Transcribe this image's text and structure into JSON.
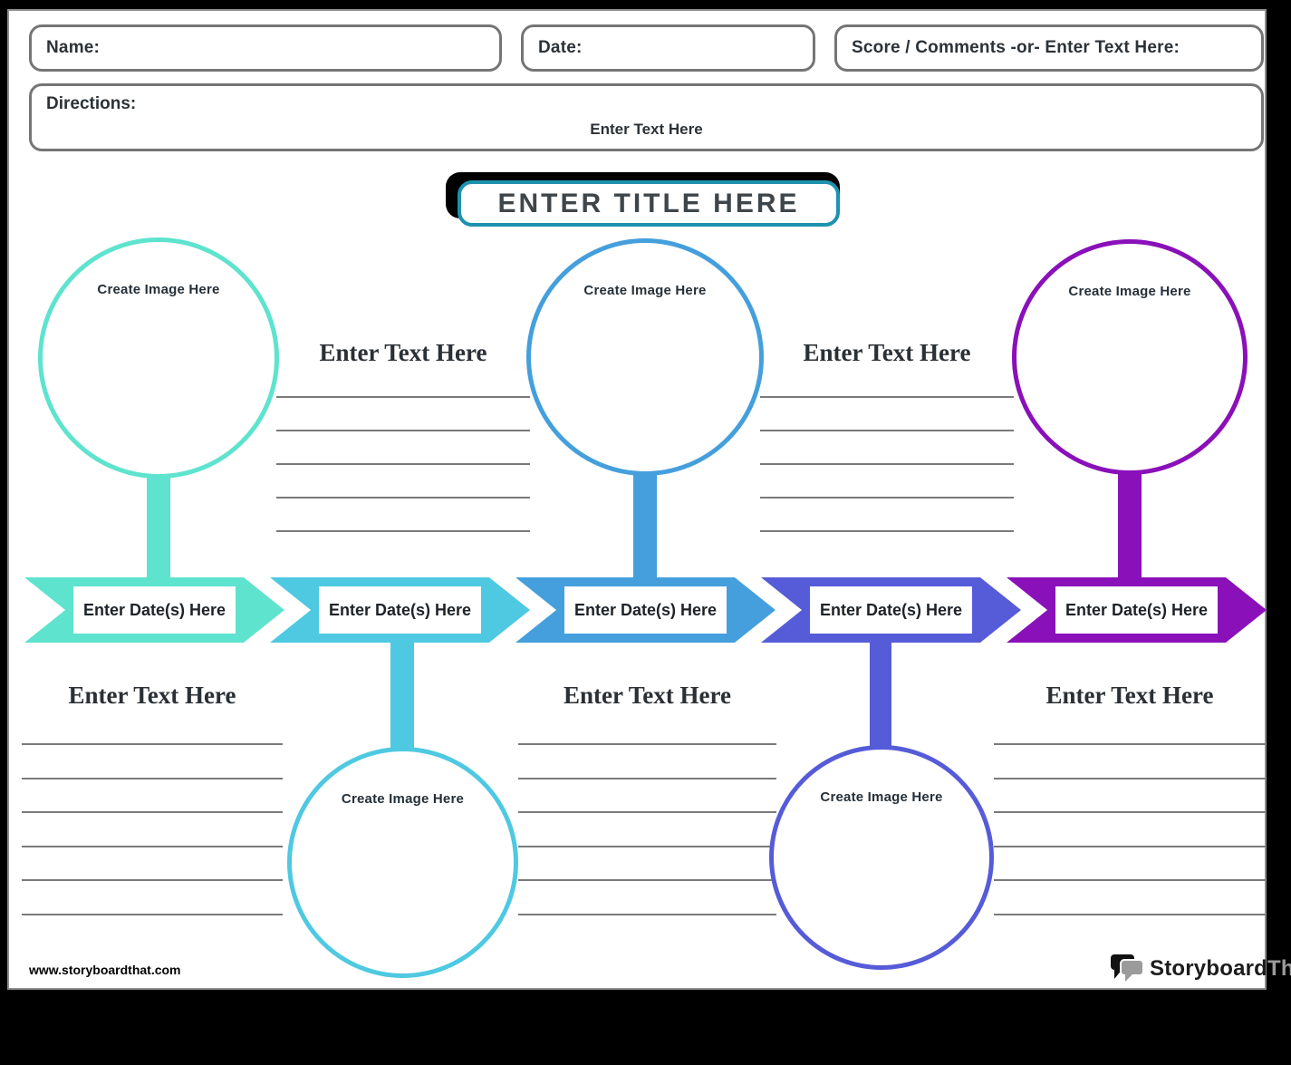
{
  "header": {
    "name_label": "Name:",
    "date_label": "Date:",
    "score_label": "Score / Comments -or- Enter Text Here:",
    "directions_label": "Directions:",
    "directions_text": "Enter Text Here"
  },
  "title": {
    "text": "ENTER TITLE HERE",
    "border_color": "#1D92AE",
    "shadow_color": "#000000"
  },
  "colors": {
    "mint": "#5EE3CE",
    "cyan": "#4EC9E1",
    "blue": "#459FDC",
    "indigo": "#565BD8",
    "purple": "#8A10B9",
    "line_gray": "#7a7a7a"
  },
  "timeline": {
    "segments": [
      {
        "date_label": "Enter Date(s) Here",
        "color_name": "mint"
      },
      {
        "date_label": "Enter Date(s) Here",
        "color_name": "cyan"
      },
      {
        "date_label": "Enter Date(s) Here",
        "color_name": "blue"
      },
      {
        "date_label": "Enter Date(s) Here",
        "color_name": "indigo"
      },
      {
        "date_label": "Enter Date(s) Here",
        "color_name": "purple"
      }
    ]
  },
  "image_circles": [
    {
      "label": "Create Image Here",
      "position": "top",
      "color_name": "mint"
    },
    {
      "label": "Create Image Here",
      "position": "bottom",
      "color_name": "cyan"
    },
    {
      "label": "Create Image Here",
      "position": "top",
      "color_name": "blue"
    },
    {
      "label": "Create Image Here",
      "position": "bottom",
      "color_name": "indigo"
    },
    {
      "label": "Create Image Here",
      "position": "top",
      "color_name": "purple"
    }
  ],
  "text_areas": [
    {
      "heading": "Enter Text Here",
      "lines": 5,
      "position": "top"
    },
    {
      "heading": "Enter Text Here",
      "lines": 5,
      "position": "top"
    },
    {
      "heading": "Enter Text Here",
      "lines": 6,
      "position": "bottom"
    },
    {
      "heading": "Enter Text Here",
      "lines": 6,
      "position": "bottom"
    },
    {
      "heading": "Enter Text Here",
      "lines": 6,
      "position": "bottom"
    }
  ],
  "footer": {
    "website": "www.storyboardthat.com",
    "brand": {
      "primary": "Storyboard",
      "secondary": "That"
    }
  }
}
